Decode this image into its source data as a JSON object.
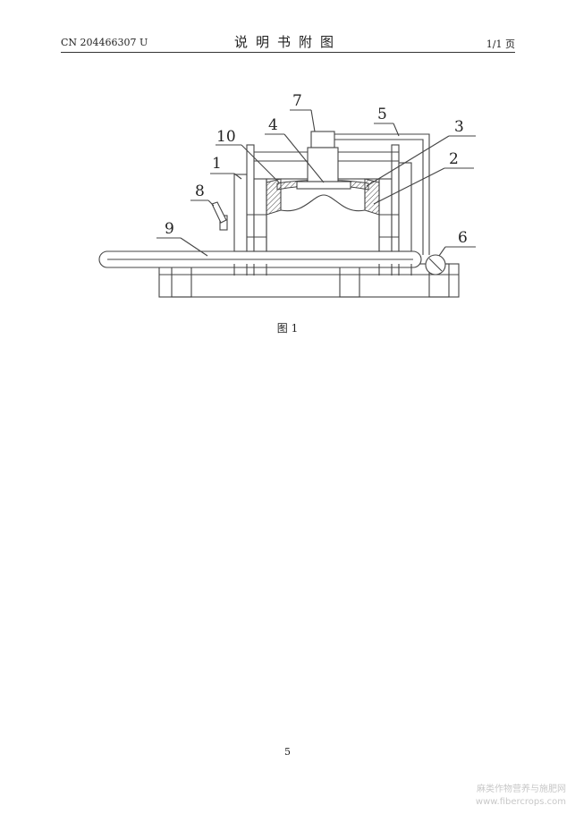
{
  "header": {
    "pub_number": "CN 204466307 U",
    "doc_title": "说明书附图",
    "page_count": "1/1 页"
  },
  "figure": {
    "caption": "图 1",
    "labels": [
      "1",
      "2",
      "3",
      "4",
      "5",
      "6",
      "7",
      "8",
      "9",
      "10"
    ]
  },
  "footer": {
    "page_number": "5"
  },
  "watermark": {
    "line1": "麻类作物营养与施肥网",
    "line2": "www.fibercrops.com"
  }
}
